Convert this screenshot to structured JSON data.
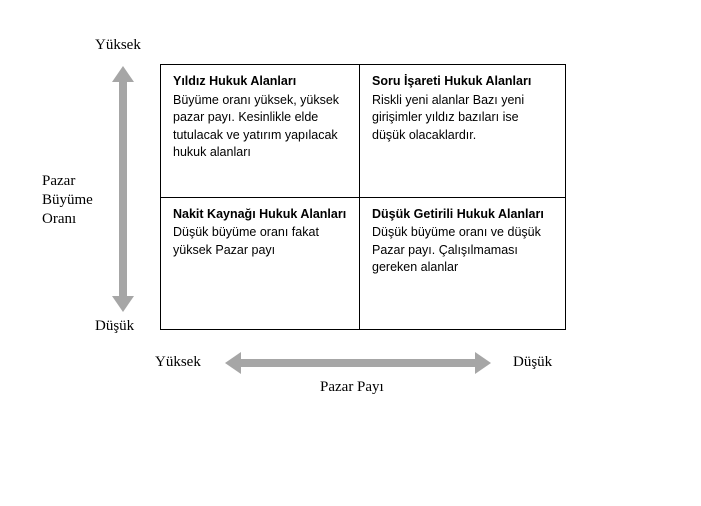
{
  "axes": {
    "y": {
      "title": "Pazar Büyüme Oranı",
      "top_label": "Yüksek",
      "bottom_label": "Düşük"
    },
    "x": {
      "title": "Pazar Payı",
      "left_label": "Yüksek",
      "right_label": "Düşük"
    }
  },
  "quadrants": [
    {
      "title": "Yıldız Hukuk Alanları",
      "body": "Büyüme oranı yüksek, yüksek pazar payı. Kesinlikle elde tutulacak ve yatırım yapılacak hukuk alanları"
    },
    {
      "title": "Soru İşareti Hukuk Alanları",
      "body": "Riskli yeni alanlar Bazı yeni girişimler yıldız bazıları ise düşük olacaklardır."
    },
    {
      "title": "Nakit Kaynağı Hukuk Alanları",
      "body": "Düşük büyüme oranı fakat yüksek Pazar payı"
    },
    {
      "title": "Düşük Getirili Hukuk Alanları",
      "body": "Düşük büyüme oranı ve düşük Pazar payı. Çalışılmaması gereken alanlar"
    }
  ],
  "colors": {
    "arrow": "#a6a6a6",
    "border": "#000000",
    "background": "#ffffff"
  }
}
